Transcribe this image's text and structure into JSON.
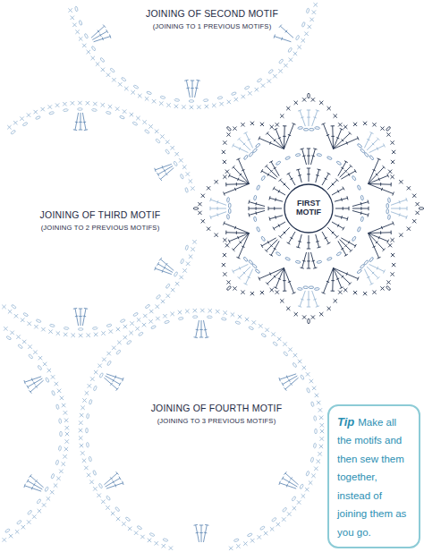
{
  "diagram": {
    "nodes": [
      {
        "text": [
          "FIRST MOTIF"
        ]
      },
      {
        "text": [
          "Tip",
          "Make all the motifs and then sew them together, instead of joining them as you go."
        ]
      }
    ],
    "labels": [
      "JOINING OF SECOND MOTIF",
      "(JOINING TO 1 PREVIOUS MOTIFS)",
      "JOINING OF THIRD MOTIF",
      "(JOINING TO 2 PREVIOUS MOTIFS)",
      "JOINING OF FOURTH MOTIF",
      "(JOINING TO 3 PREVIOUS MOTIFS)"
    ]
  }
}
